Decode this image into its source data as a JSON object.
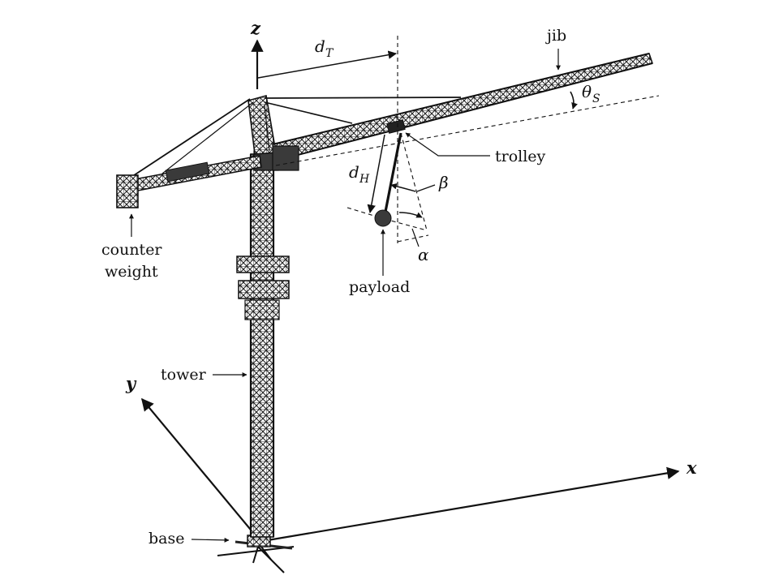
{
  "axes": {
    "x": "x",
    "y": "y",
    "z": "z"
  },
  "labels": {
    "jib": "jib",
    "trolley": "trolley",
    "counter_line1": "counter",
    "counter_line2": "weight",
    "payload": "payload",
    "tower": "tower",
    "base": "base"
  },
  "symbols": {
    "dT": "d",
    "dT_sub": "T",
    "dH": "d",
    "dH_sub": "H",
    "theta": "θ",
    "theta_sub": "S",
    "beta": "β",
    "alpha": "α"
  },
  "colors": {
    "ink": "#111111",
    "structure": "#2a2a2a",
    "payload": "#3a3a3a"
  }
}
